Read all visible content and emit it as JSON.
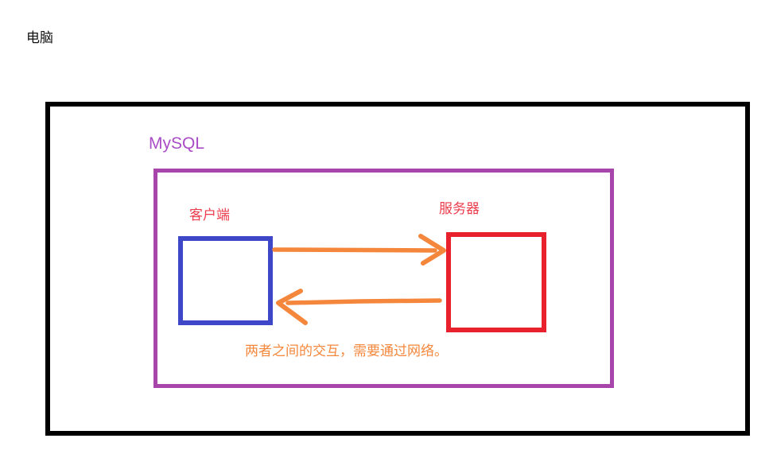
{
  "page": {
    "background": "#FFFFFF",
    "description": "Hand-drawn diagram of a computer containing MySQL client and server communicating over the network"
  },
  "labels": {
    "computer": "电脑",
    "mysql": "MySQL",
    "client": "客户端",
    "server": "服务器",
    "note": "两者之间的交互，需要通过网络。"
  },
  "colors": {
    "canvas_bg": "#FFFFFF",
    "computer_label_text": "#111111",
    "computer_box_border": "#000000",
    "mysql_label_text": "#A94CC5",
    "mysql_box_border": "#A845AB",
    "box_label_text": "#EC3B4B",
    "client_box_border": "#3E47C7",
    "server_box_border": "#E9212D",
    "arrow": "#F5873C",
    "note_text": "#F5873C"
  }
}
